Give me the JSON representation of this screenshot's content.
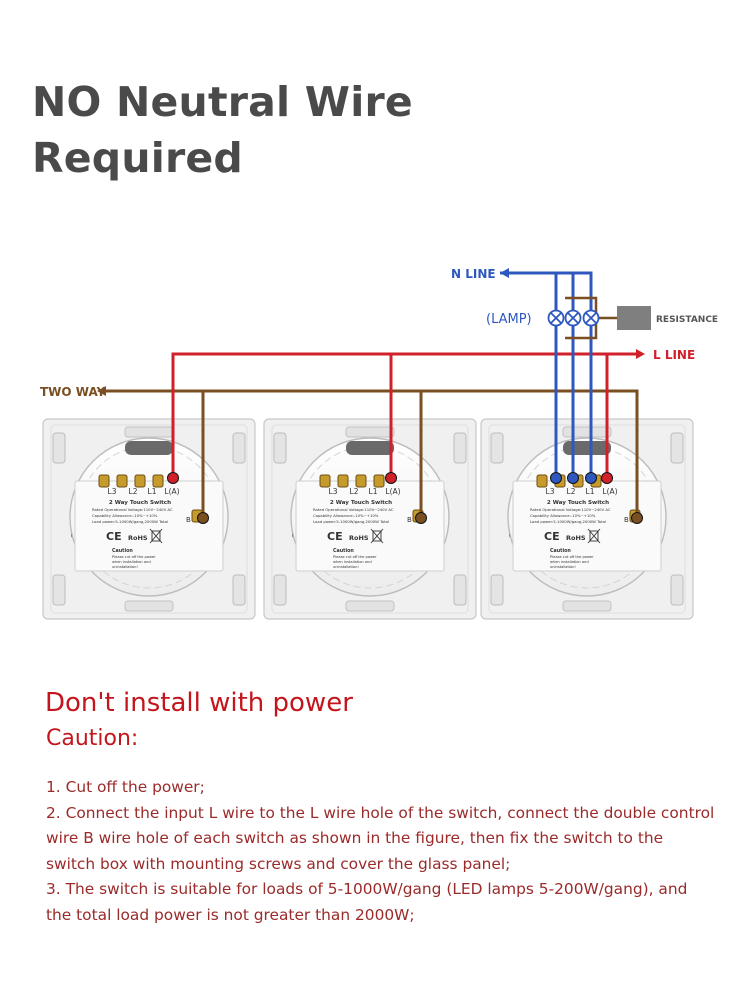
{
  "title": {
    "line1": "NO Neutral Wire",
    "line2": "Required"
  },
  "diagram": {
    "labels": {
      "n_line": "N LINE",
      "lamp": "(LAMP)",
      "resistance": "RESISTANCE",
      "l_line": "L LINE",
      "two_way": "TWO WAY"
    },
    "switch_panel": {
      "terminals": [
        "L3",
        "L2",
        "L1",
        "L(A)"
      ],
      "b_terminal": "B",
      "model": "2 Way Touch Switch",
      "spec_lines": [
        "Rated Operational Voltage:110V~240V AC",
        "Capability Allowance:-10%~+10%",
        "Load power:5-1000W/gang,2000W Total"
      ],
      "cert_marks": [
        "CE",
        "RoHS"
      ],
      "caution_title": "Caution",
      "caution_lines": [
        "Please cut off the power",
        "when installation and",
        "uninstallation!"
      ]
    },
    "colors": {
      "n_line": "#2e58bf",
      "l_line": "#d0202a",
      "two_way": "#7a4f22",
      "title": "#4a4a4a",
      "caution": "#c4151c"
    }
  },
  "warning": "Don't install with power",
  "caution_heading": "Caution:",
  "steps": [
    "1. Cut off the power;",
    "2. Connect the input L wire to the L wire hole of the switch, connect the double control wire B wire hole of each switch as shown in the figure, then fix the switch to the switch box with mounting screws and cover the glass panel;",
    "3. The switch is suitable for loads of 5-1000W/gang (LED lamps 5-200W/gang), and the total load power is not greater than 2000W;"
  ]
}
